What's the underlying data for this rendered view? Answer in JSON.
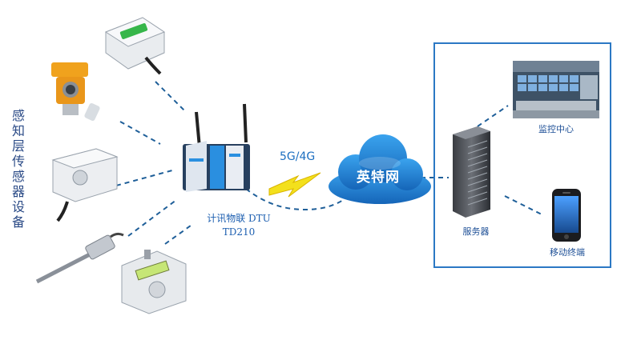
{
  "sensors_label": "感知层传感器设备",
  "dtu": {
    "name_line1": "计讯物联 DTU",
    "name_line2": "TD210"
  },
  "network": {
    "label": "5G/4G"
  },
  "cloud": {
    "label": "英特网"
  },
  "server": {
    "label": "服务器"
  },
  "monitoring_center": {
    "label": "监控中心"
  },
  "mobile_terminal": {
    "label": "移动终端"
  },
  "colors": {
    "line": "#1f5f99",
    "box_border": "#2b78c4",
    "cloud": "#1e88d8",
    "bolt": "#f3e01c"
  }
}
